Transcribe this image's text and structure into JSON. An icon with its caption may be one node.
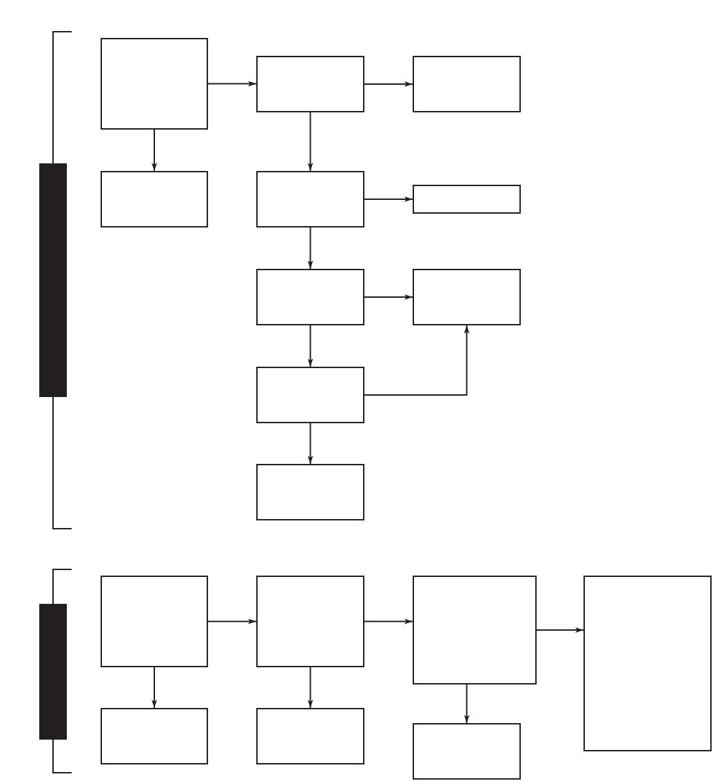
{
  "diagram": {
    "nodes": [
      {
        "text": [],
        "shape": "box"
      },
      {
        "text": [],
        "shape": "box"
      },
      {
        "text": [],
        "shape": "box"
      },
      {
        "text": [],
        "shape": "box"
      },
      {
        "text": [],
        "shape": "box"
      },
      {
        "text": [],
        "shape": "box"
      },
      {
        "text": [],
        "shape": "box"
      },
      {
        "text": [],
        "shape": "box"
      },
      {
        "text": [],
        "shape": "box"
      },
      {
        "text": [],
        "shape": "box"
      },
      {
        "text": [],
        "shape": "box"
      },
      {
        "text": [],
        "shape": "box"
      },
      {
        "text": [],
        "shape": "box"
      },
      {
        "text": [],
        "shape": "box"
      },
      {
        "text": [],
        "shape": "box"
      },
      {
        "text": [],
        "shape": "box"
      },
      {
        "text": [],
        "shape": "box"
      }
    ],
    "edges": [
      {
        "from": 0,
        "to": 1,
        "arrow": "to"
      },
      {
        "from": 1,
        "to": 2,
        "arrow": "to"
      },
      {
        "from": 0,
        "to": 3,
        "arrow": "to"
      },
      {
        "from": 1,
        "to": 4,
        "arrow": "to"
      },
      {
        "from": 4,
        "to": 5,
        "arrow": "to"
      },
      {
        "from": 4,
        "to": 6,
        "arrow": "to"
      },
      {
        "from": 6,
        "to": 7,
        "arrow": "to"
      },
      {
        "from": 6,
        "to": 8,
        "arrow": "to"
      },
      {
        "from": 8,
        "to": 7,
        "arrow": "to"
      },
      {
        "from": 8,
        "to": 9,
        "arrow": "to"
      },
      {
        "from": 10,
        "to": 11,
        "arrow": "to"
      },
      {
        "from": 11,
        "to": 12,
        "arrow": "to"
      },
      {
        "from": 12,
        "to": 13,
        "arrow": "to"
      },
      {
        "from": 10,
        "to": 14,
        "arrow": "to"
      },
      {
        "from": 11,
        "to": 15,
        "arrow": "to"
      },
      {
        "from": 12,
        "to": 16,
        "arrow": "to"
      }
    ]
  }
}
